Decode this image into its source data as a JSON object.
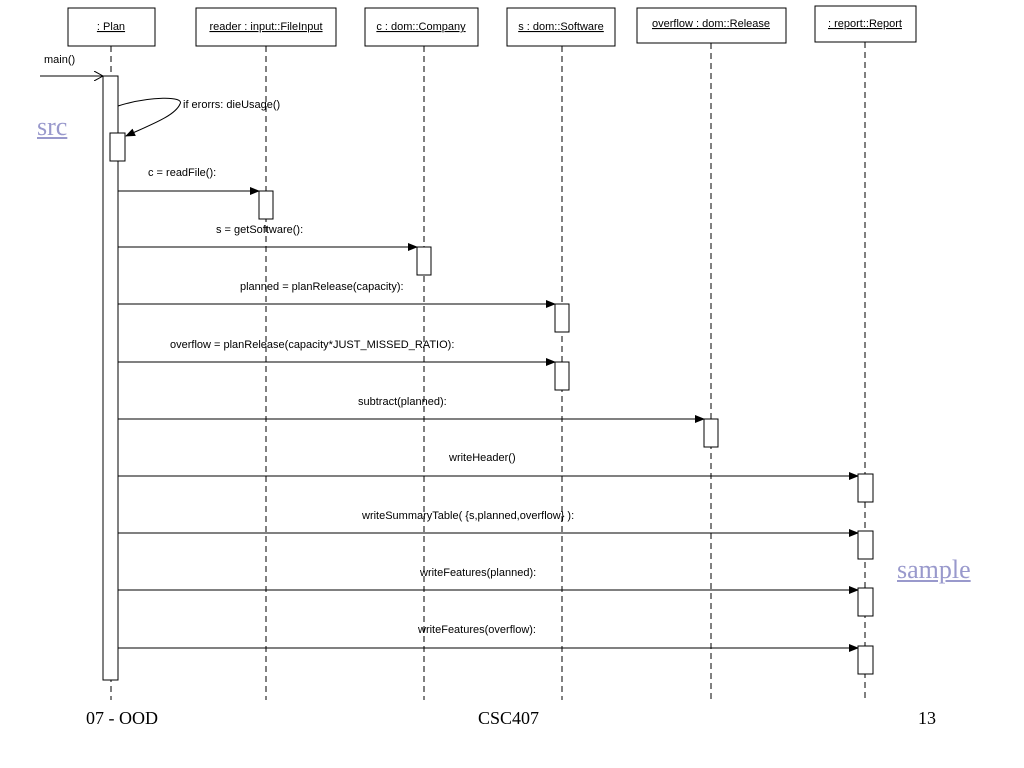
{
  "objects": [
    {
      "label": ": Plan"
    },
    {
      "label": "reader : input::FileInput"
    },
    {
      "label": "c : dom::Company"
    },
    {
      "label": "s : dom::Software"
    },
    {
      "label": "overflow : dom::Release"
    },
    {
      "label": ": report::Report"
    }
  ],
  "entry_call": "main()",
  "self_call": "if erorrs: dieUsage()",
  "messages": [
    {
      "label": "c = readFile():"
    },
    {
      "label": "s = getSoftware():"
    },
    {
      "label": "planned = planRelease(capacity):"
    },
    {
      "label": "overflow = planRelease(capacity*JUST_MISSED_RATIO):"
    },
    {
      "label": "subtract(planned):"
    },
    {
      "label": "writeHeader()"
    },
    {
      "label": "writeSummaryTable( {s,planned,overflow} ):"
    },
    {
      "label": "writeFeatures(planned):"
    },
    {
      "label": "writeFeatures(overflow):"
    }
  ],
  "links": {
    "src": "src",
    "sample": "sample"
  },
  "footer": {
    "left": "07 - OOD",
    "center": "CSC407",
    "right": "13"
  }
}
